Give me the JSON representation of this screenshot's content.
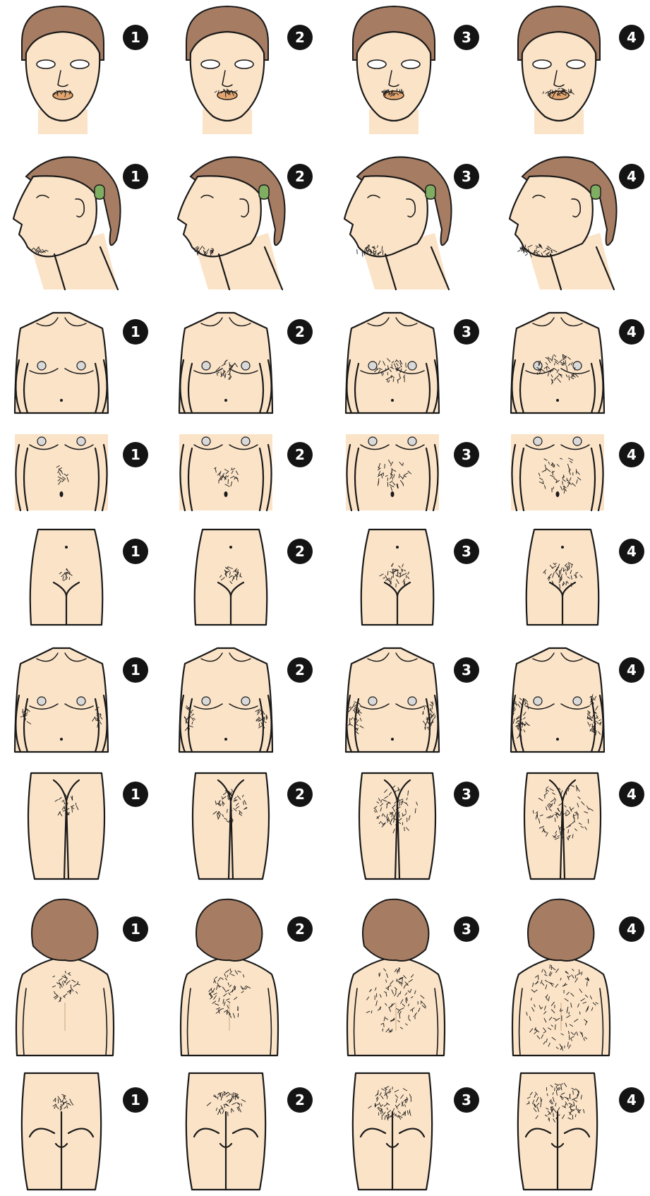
{
  "colors": {
    "skin": "#fbe3c7",
    "hair": "#a67c62",
    "hair_dark": "#6b4a35",
    "line": "#1a1a1a",
    "badge": "#141414",
    "badge_text": "#ffffff",
    "tie": "#7fae62",
    "lips": "#e3a56f",
    "areola": "#d9d9d9"
  },
  "score_labels": [
    "1",
    "2",
    "3",
    "4"
  ],
  "rows": [
    {
      "region": "upper-lip",
      "view": "face-front"
    },
    {
      "region": "chin",
      "view": "face-profile"
    },
    {
      "region": "chest",
      "view": "torso"
    },
    {
      "region": "upper-abdomen",
      "view": "mid-torso"
    },
    {
      "region": "lower-abdomen",
      "view": "lower-torso"
    },
    {
      "region": "upper-arm",
      "view": "torso-arms"
    },
    {
      "region": "thigh",
      "view": "thighs"
    },
    {
      "region": "upper-back",
      "view": "back"
    },
    {
      "region": "lower-back",
      "view": "lower-back"
    }
  ]
}
